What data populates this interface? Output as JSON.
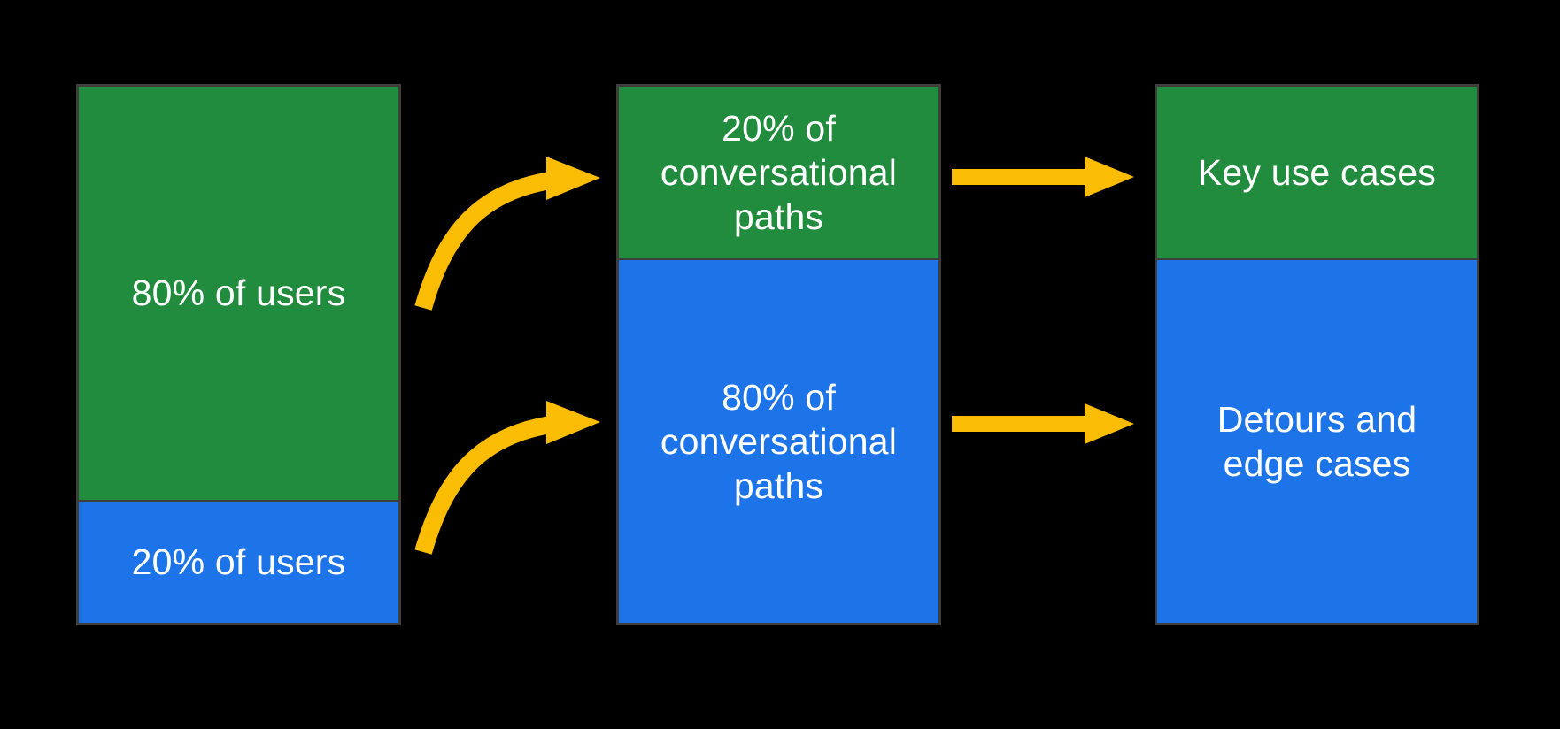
{
  "diagram": {
    "colors": {
      "green": "#218C3E",
      "blue": "#1C74E8",
      "arrow_yellow": "#FBBC04",
      "background": "#000000",
      "box_border": "#403E3A",
      "label_text": "#FFFFFF"
    },
    "columns": [
      {
        "name": "users-bar",
        "segments": [
          {
            "label": "80% of users",
            "color_key": "green",
            "height_pct": "77"
          },
          {
            "label": "20% of users",
            "color_key": "blue",
            "height_pct": "23"
          }
        ]
      },
      {
        "name": "conversational-paths-bar",
        "segments": [
          {
            "label": "20% of\nconversational\npaths",
            "color_key": "green",
            "height_pct": "32"
          },
          {
            "label": "80% of\nconversational\npaths",
            "color_key": "blue",
            "height_pct": "68"
          }
        ]
      },
      {
        "name": "outcomes-bar",
        "segments": [
          {
            "label": "Key use cases",
            "color_key": "green",
            "height_pct": "32"
          },
          {
            "label": "Detours and\nedge cases",
            "color_key": "blue",
            "height_pct": "68"
          }
        ]
      }
    ],
    "arrows": [
      {
        "name": "curved-arrow-top",
        "from": "80% of users",
        "to": "20% of conversational paths"
      },
      {
        "name": "curved-arrow-bottom",
        "from": "20% of users",
        "to": "80% of conversational paths"
      },
      {
        "name": "straight-arrow-top",
        "from": "20% of conversational paths",
        "to": "Key use cases"
      },
      {
        "name": "straight-arrow-bottom",
        "from": "80% of conversational paths",
        "to": "Detours and edge cases"
      }
    ]
  }
}
